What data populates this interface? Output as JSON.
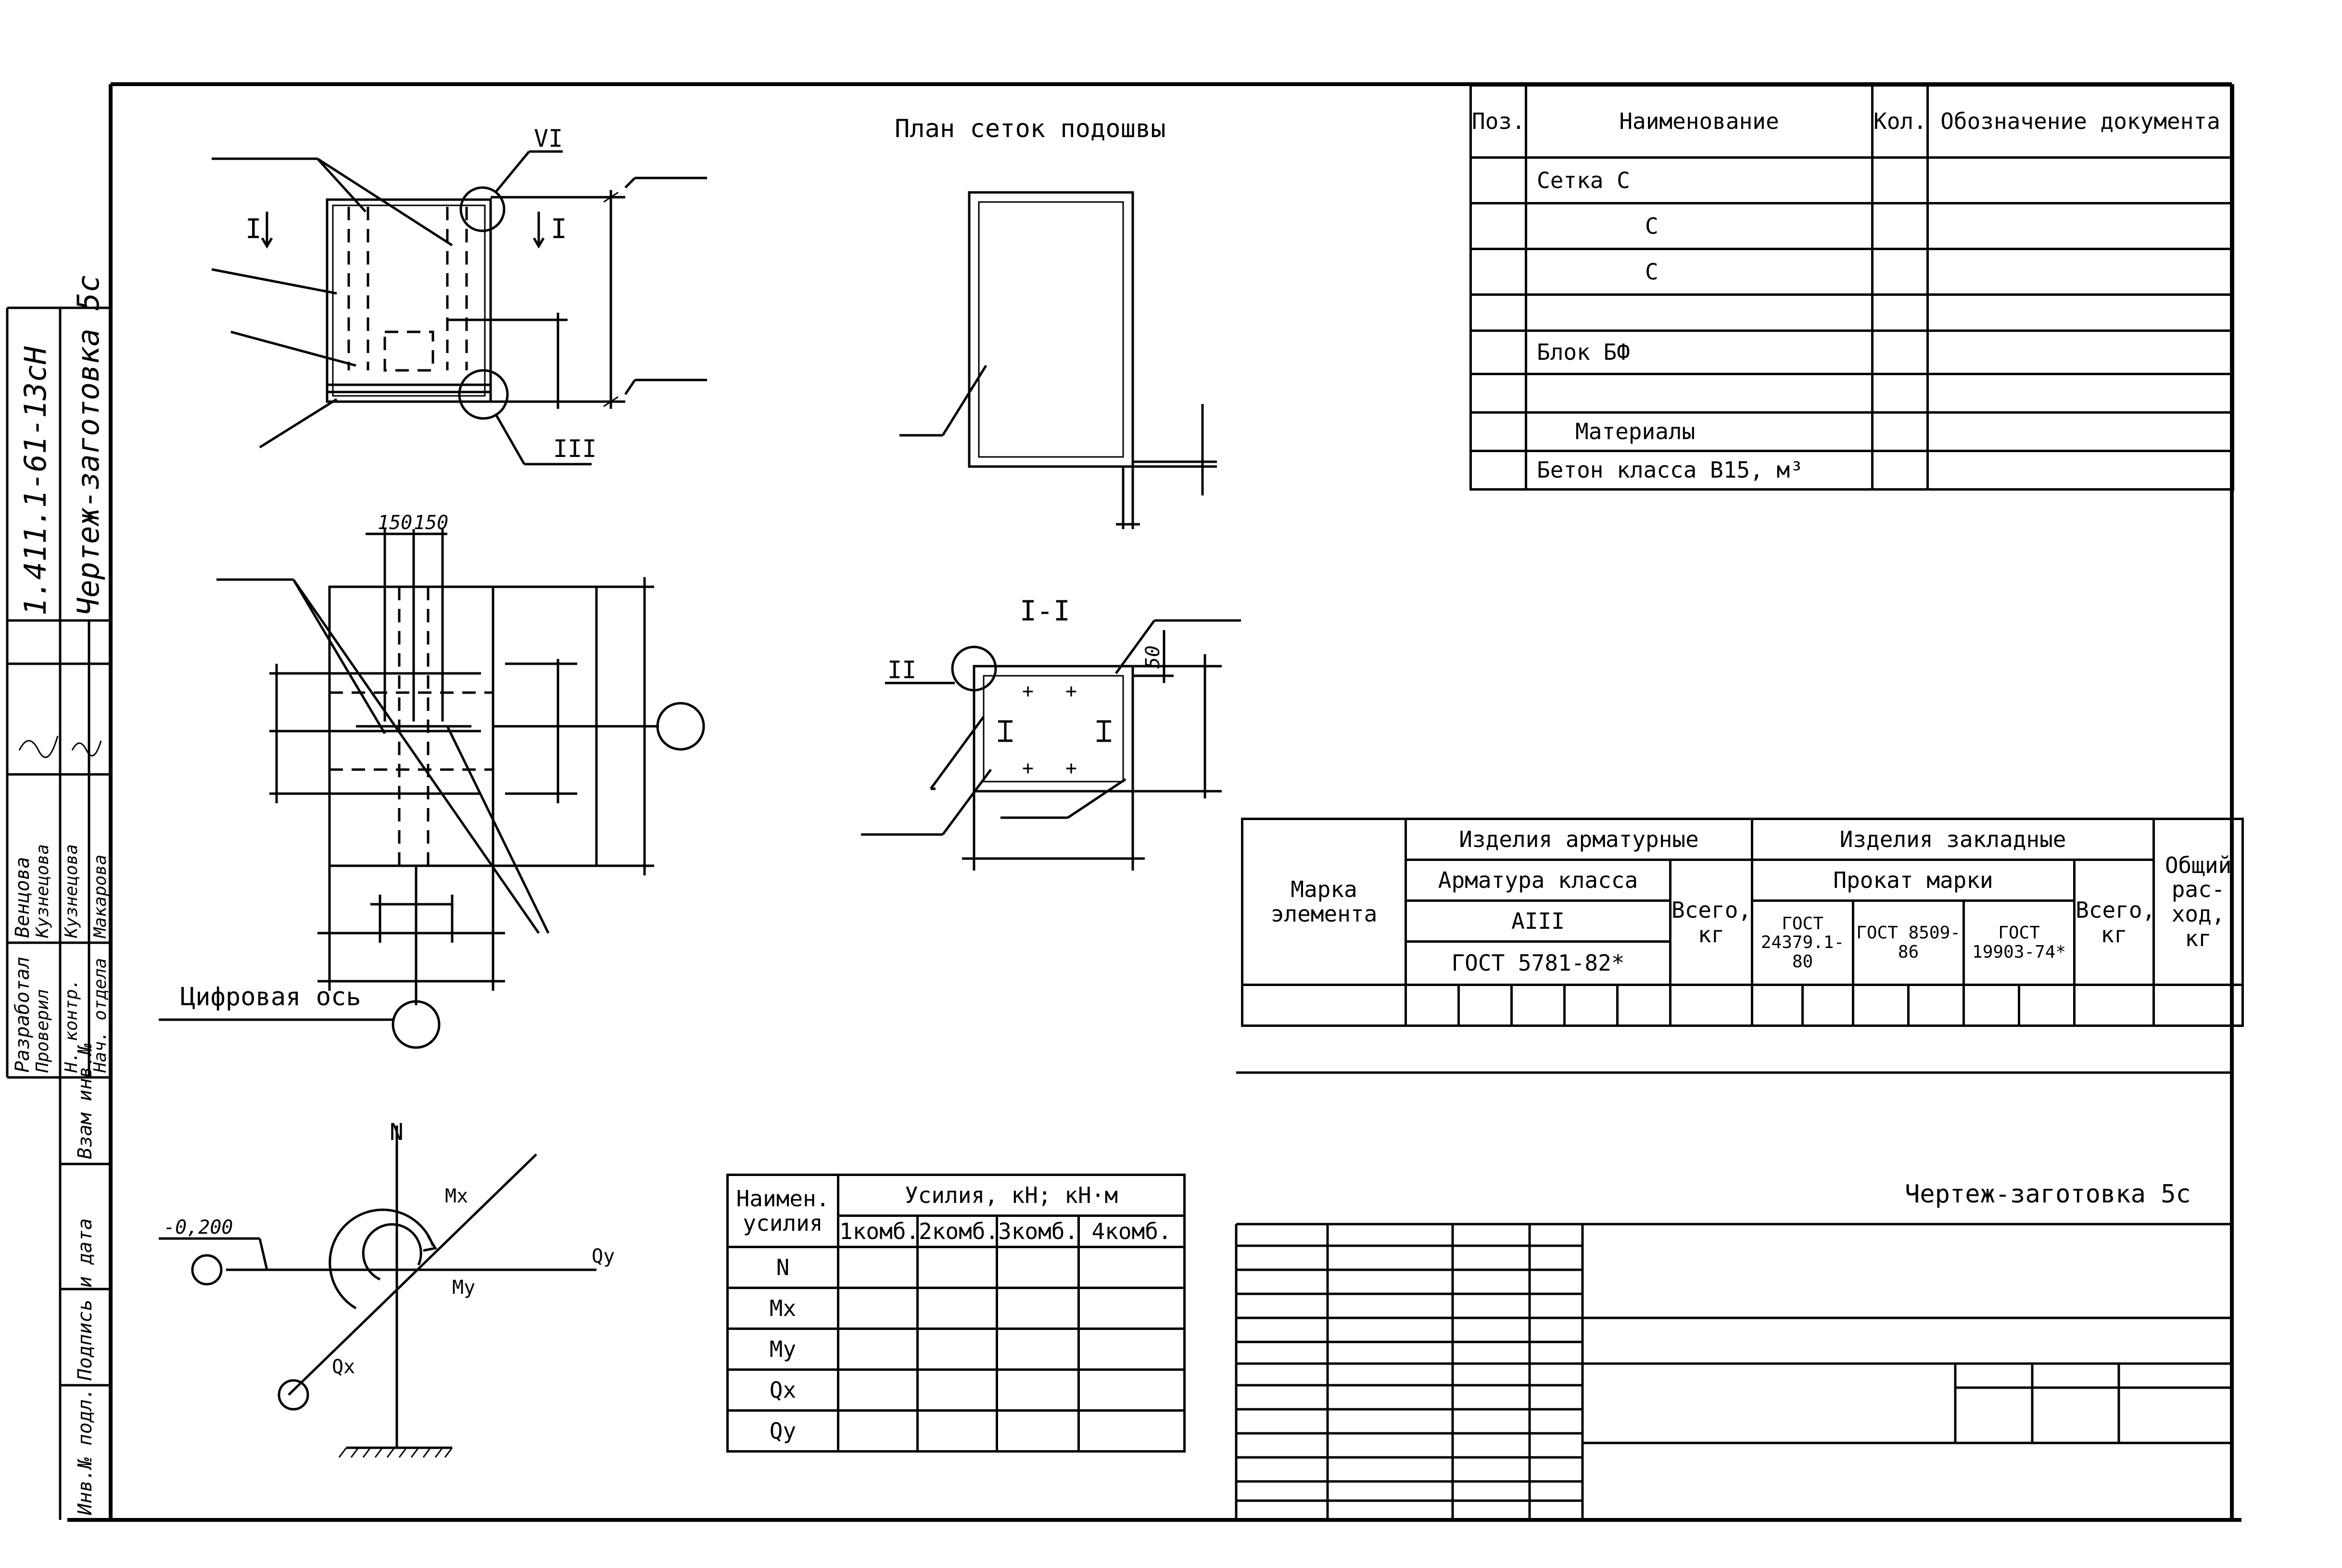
{
  "sheet": {
    "stamp_code": "1.411.1-61-13сН",
    "stamp_title": "Чертеж-заготовка 5с",
    "footer_title": "Чертеж-заготовка 5с",
    "side_roles": [
      "Разработал",
      "Проверил",
      "Н. контр.",
      "Нач. отдела"
    ],
    "side_names": [
      "Венцова",
      "Кузнецова",
      "Кузнецова",
      "Макарова"
    ],
    "side_fields": [
      "Инв.№ подл.",
      "Подпись и дата",
      "Взам инв.№"
    ]
  },
  "drawing": {
    "plan_title": "План сеток подошвы",
    "section_title": "I-I",
    "digital_axis_label": "Цифровая ось",
    "level_mark": "-0,200",
    "dim_150a": "150",
    "dim_150b": "150",
    "dim_50": "50",
    "mark_I_left": "I",
    "mark_I_right": "I",
    "mark_III": "III",
    "mark_VI": "VI",
    "mark_II": "II",
    "force_N": "N",
    "force_Mx": "Mx",
    "force_My": "My",
    "force_Qx": "Qx",
    "force_Qy": "Qy"
  },
  "spec_table": {
    "headers": [
      "Поз.",
      "Наименование",
      "Кол.",
      "Обозначение документа"
    ],
    "rows": [
      [
        "",
        "Сетка  С",
        "",
        ""
      ],
      [
        "",
        "С",
        "",
        ""
      ],
      [
        "",
        "С",
        "",
        ""
      ],
      [
        "",
        "",
        "",
        ""
      ],
      [
        "",
        "Блок   БФ",
        "",
        ""
      ],
      [
        "",
        "",
        "",
        ""
      ],
      [
        "",
        "Материалы",
        "",
        ""
      ],
      [
        "",
        "Бетон класса В15, м³",
        "",
        ""
      ]
    ]
  },
  "materials_table": {
    "mark_element": "Марка элемента",
    "rebar_products": "Изделия арматурные",
    "rebar_class": "Арматура класса",
    "rebar_grade": "АIII",
    "rebar_gost": "ГОСТ 5781-82*",
    "total_rebar": "Всего, кг",
    "embedded_products": "Изделия закладные",
    "rolled_grade": "Прокат марки",
    "gost1": "ГОСТ 24379.1-80",
    "gost2": "ГОСТ 8509-86",
    "gost3": "ГОСТ 19903-74*",
    "total_embedded": "Всего, кг",
    "total_consumption": "Общий рас-ход, кг"
  },
  "forces_table": {
    "col_name": "Наимен. усилия",
    "col_forces": "Усилия, кН; кН·м",
    "combos": [
      "1комб.",
      "2комб.",
      "3комб.",
      "4комб."
    ],
    "rows": [
      "N",
      "Mx",
      "My",
      "Qx",
      "Qy"
    ]
  }
}
